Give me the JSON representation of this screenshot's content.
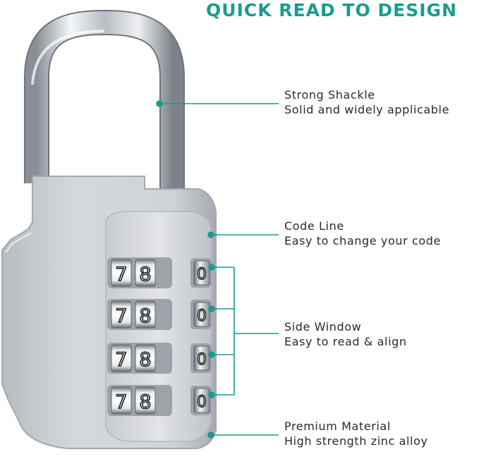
{
  "title": "QUICK READ TO DESIGN",
  "accent_color": "#1a9b8f",
  "features": [
    {
      "name": "Strong Shackle",
      "desc": "Solid and widely applicable"
    },
    {
      "name": "Code Line",
      "desc": "Easy to change your code"
    },
    {
      "name": "Side Window",
      "desc": "Easy to read & align"
    },
    {
      "name": "Premium Material",
      "desc": "High strength zinc alloy"
    }
  ],
  "lock": {
    "front_digits": [
      [
        "7",
        "8"
      ],
      [
        "7",
        "8"
      ],
      [
        "7",
        "8"
      ],
      [
        "7",
        "8"
      ]
    ],
    "side_digits": [
      "0",
      "0",
      "0",
      "0"
    ]
  }
}
